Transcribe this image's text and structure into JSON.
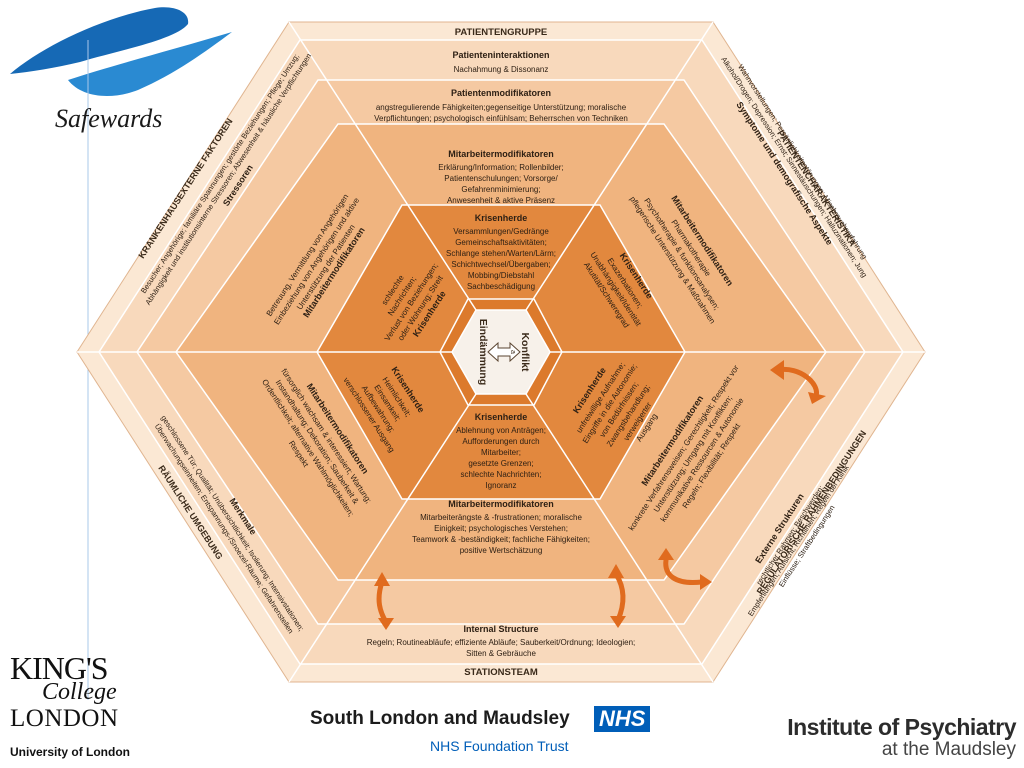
{
  "colors": {
    "ring1": "#fbe8d4",
    "ring2": "#f8d9bc",
    "ring3": "#f3c198",
    "ring4": "#eaa466",
    "ring5": "#e2883e",
    "ring6": "#dc7a2c",
    "center": "#f7f1ea",
    "stroke": "#ffffff",
    "arrow": "#e06b1e",
    "brand_blue": "#1669b5",
    "nhs_blue": "#005eb8"
  },
  "logos": {
    "safewards": "Safewards",
    "kcl_line1": "KING'S",
    "kcl_line2": "College",
    "kcl_line3": "LONDON",
    "kcl_line4": "University of London",
    "slam_line1": "South London and Maudsley",
    "slam_nhs": "NHS",
    "slam_line2": "NHS Foundation Trust",
    "iop_line1": "Institute of Psychiatry",
    "iop_line2": "at the Maudsley"
  },
  "center": {
    "left_label": "Eindämmung",
    "right_label": "Konflikt",
    "glyph": "a"
  },
  "outer_labels": {
    "top": "PATIENTENGRUPPE",
    "bottom": "STATIONSTEAM",
    "upper_right": "PATIENTENCHARAKTERISTIKA",
    "lower_right": "REGULATORISCHE RAHMENBEDINGUNGEN",
    "lower_left": "RÄUMLICHE UMGEBUNG",
    "upper_left": "KRANKENHAUSEXTERNE FAKTOREN"
  },
  "top": {
    "interactions_title": "Patienteninteraktionen",
    "interactions_text": "Nachahmung & Dissonanz",
    "pmod_title": "Patientenmodifikatoren",
    "pmod_text1": "angstregulierende Fähigkeiten;gegenseitige Unterstützung; moralische",
    "pmod_text2": "Verpflichtungen; psychologisch einfühlsam; Beherrschen von Techniken",
    "smod_title": "Mitarbeitermodifikatoren",
    "smod_lines": [
      "Erklärung/Information; Rollenbilder;",
      "Patientenschulungen; Vorsorge/",
      "Gefahrenminimierung;",
      "Anwesenheit & aktive Präsenz"
    ],
    "flash_title": "Krisenherde",
    "flash_lines": [
      "Versammlungen/Gedränge",
      "Gemeinschaftsaktivitäten;",
      "Schlange stehen/Warten/Lärm;",
      "Schichtwechsel/Übergaben;",
      "Mobbing/Diebstahl",
      "Sachbeschädigung"
    ]
  },
  "bottom": {
    "flash_title": "Krisenherde",
    "flash_lines": [
      "Ablehnung von Anträgen;",
      "Aufforderungen durch",
      "Mitarbeiter;",
      "gesetzte Grenzen;",
      "schlechte Nachrichten;",
      "Ignoranz"
    ],
    "smod_title": "Mitarbeitermodifikatoren",
    "smod_lines": [
      "Mitarbeiterängste & -frustrationen; moralische",
      "Einigkeit; psychologisches Verstehen;",
      "Teamwork & -beständigkeit; fachliche Fähigkeiten;",
      "positive Wertschätzung"
    ],
    "internal_title": "Internal Structure",
    "internal_text1": "Regeln; Routineabläufe; effiziente Abläufe; Sauberkeit/Ordnung; Ideologien;",
    "internal_text2": "Sitten & Gebräuche"
  },
  "upper_right": {
    "outer_title": "Symptome und demografische Aspekte",
    "outer_lines": [
      "Wahnvorstellungen; Persönlichkeitsstörungen; Missbrauchserfahrung",
      "Alkohol/Drogen; Depression; Ernst; Sinnestäuschungen; Halluzinationen; Jung"
    ],
    "smod_title": "Mitarbeitermodifikatoren",
    "smod_lines": [
      "Pharmakotherapie",
      "Psychotherapie & funktionsanalysen;",
      "pflegerische Unterstützung & Maßnahmen"
    ],
    "flash_title": "Krisenherde",
    "flash_lines": [
      "Exazerbationen;",
      "Unabhängigkeit/Identität",
      "Akutität/Schweregrad"
    ]
  },
  "lower_right": {
    "outer_title": "Externe Strukturen",
    "outer_lines": [
      "rechtlicher Rahmen; Beschwerden;",
      "Empfehlungen; Aufsicht; Richtlinien; Regeln der Klinik",
      "Einflüsse; Straftbedingungen"
    ],
    "smod_title": "Mitarbeitermodifikatoren",
    "smod_lines": [
      "konkrete Verfahrensweisen; Gerechtigkeit; Respekt vor",
      "Unterstützung; Umgang mit Konflikten;",
      "kommunikative Ressourcen & Autonomie",
      "Regeln; Flexibilität; Respekt"
    ],
    "flash_title": "Krisenherde",
    "flash_lines": [
      "unfreiwillige Aufnahme;",
      "Eingriffe in die Autonomie;",
      "von Bedürfnissen;",
      "Zwangsbehandlung;",
      "verweigerter",
      "Ausgang"
    ]
  },
  "lower_left": {
    "outer_title": "Merkmale",
    "outer_lines": [
      "geschlossene Tür; Qualität; Unübersichtlichkeit; Isolierung; Intensivstationen;",
      "Überwachungseinheiten; Entspannungs-/Snoezel-Räume; Gefahrenstellen"
    ],
    "smod_title": "Mitarbeitermodifikatoren",
    "smod_lines": [
      "fürsorglich wachsam & interessiert; Wartung;",
      "Instandhaltung; Dekoration; Sauberkeit &",
      "Ordentlichkeit; alternative Wahlmöglichkeiten;",
      "Respekt"
    ],
    "flash_title": "Krisenherde",
    "flash_lines": [
      "Heimlichkeit;",
      "Einsamkeit;",
      "Aufbewahrung;",
      "verschlossener Ausgang"
    ]
  },
  "upper_left": {
    "outer_title": "Stressoren",
    "outer_lines": [
      "Besucher; Angehörige; familiäre Spannungen; gestörte Beziehungen; Pflege; Umzug;",
      "Abhängigkeit und institutionsinterne Stressoren; Abwesenheit & häusliche Verpflichtungen"
    ],
    "smod_title": "Mitarbeitermodifikatoren",
    "smod_lines": [
      "Betreuung, Vermittlung von Angehörigen",
      "Einbeziehung von Angehörigen und aktive",
      "Unterstützung der Patienten"
    ],
    "flash_title": "Krisenherde",
    "flash_lines": [
      "schlechte",
      "Nachrichten;",
      "Verlust von Beziehungen;",
      "oder Wohnung; Streit"
    ]
  }
}
